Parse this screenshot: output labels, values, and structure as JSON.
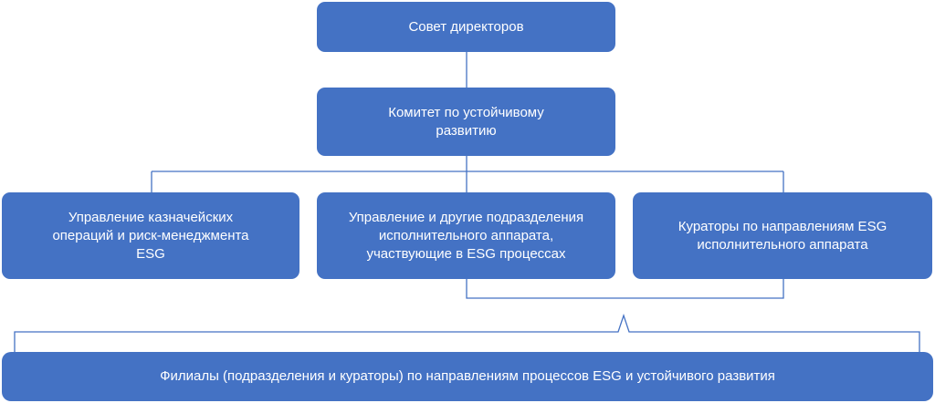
{
  "org_chart": {
    "board": "Совет директоров",
    "committee": "Комитет по устойчивому\nразвитию",
    "treasury": "Управление казначейских\nопераций и риск-менеджмента\nESG",
    "management": "Управление и другие подразделения\nисполнительного аппарата,\nучаствующие в ESG процессах",
    "curators": "Кураторы по направлениям ESG\nисполнительного аппарата",
    "branches": "Филиалы (подразделения и кураторы) по направлениям процессов ESG и устойчивого развития"
  },
  "colors": {
    "box_fill": "#4472c4",
    "text": "#ffffff",
    "connector": "#4472c4"
  }
}
